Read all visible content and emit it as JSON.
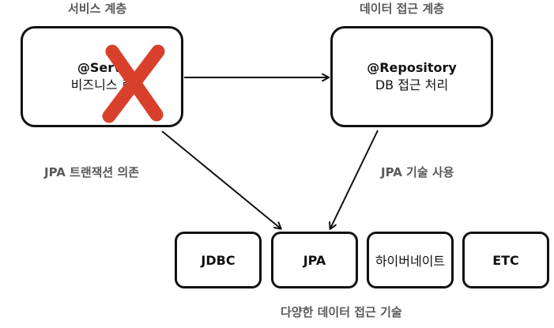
{
  "labels": {
    "service_layer": "서비스 계층",
    "data_access_layer": "데이터 접근 계층",
    "jpa_transaction": "JPA 트랜잭션 의존",
    "jpa_tech_use": "JPA 기술 사용",
    "data_access_tech": "다양한 데이터 접근 기술"
  },
  "service_box": {
    "line1": "@Servi",
    "line2": "비즈니스 로"
  },
  "repository_box": {
    "line1": "@Repository",
    "line2": "DB 접근 처리"
  },
  "tech_boxes": [
    "JDBC",
    "JPA",
    "하이버네이트",
    "ETC"
  ],
  "colors": {
    "label_gray": "#595959",
    "x_mark_red": "#d9402b",
    "stroke": "#111111"
  }
}
